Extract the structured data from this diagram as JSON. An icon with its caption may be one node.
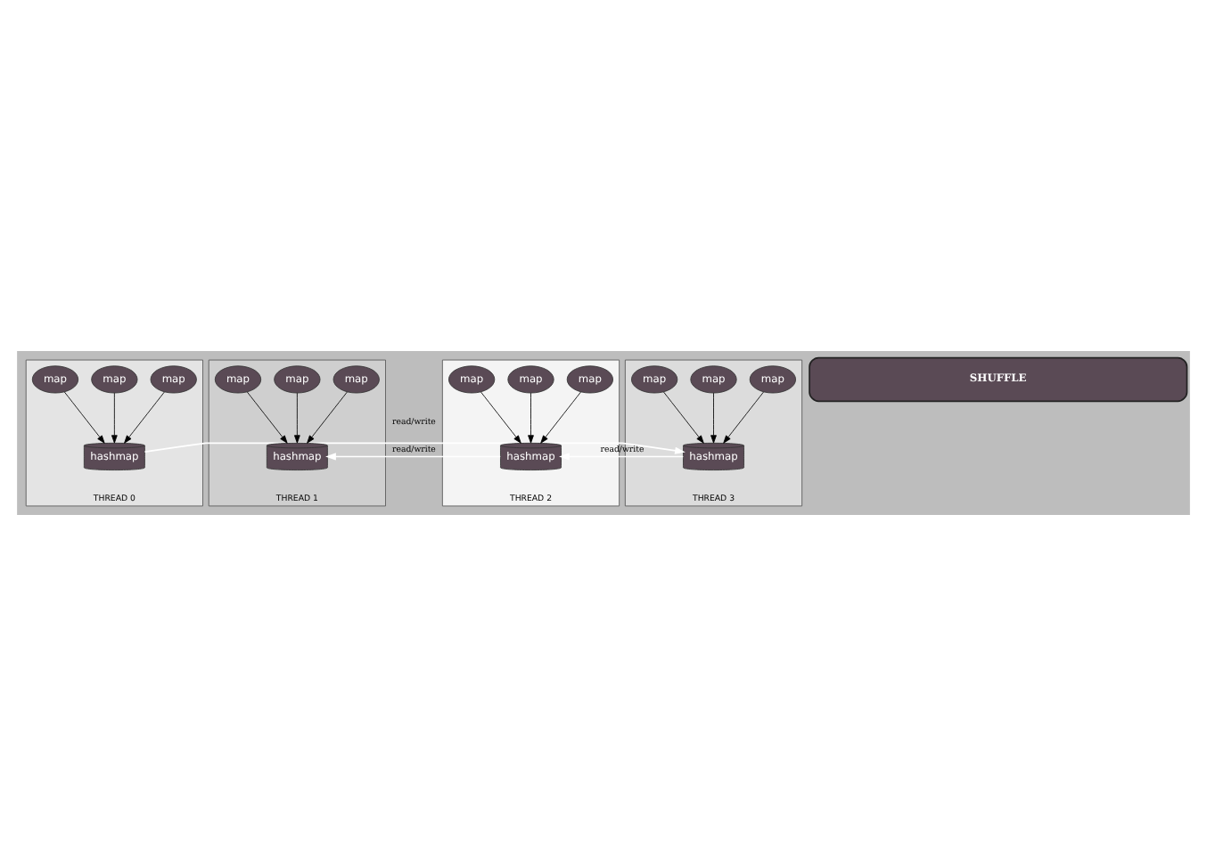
{
  "diagram": {
    "nodes": [
      {
        "text": [
          "THREAD 0"
        ]
      },
      {
        "text": [
          "map"
        ],
        "in": 0
      },
      {
        "text": [
          "map"
        ],
        "in": 0
      },
      {
        "text": [
          "map"
        ],
        "in": 0
      },
      {
        "text": [
          "hashmap"
        ],
        "in": 0
      },
      {
        "text": [
          "THREAD 1"
        ]
      },
      {
        "text": [
          "map"
        ],
        "in": 5
      },
      {
        "text": [
          "map"
        ],
        "in": 5
      },
      {
        "text": [
          "map"
        ],
        "in": 5
      },
      {
        "text": [
          "hashmap"
        ],
        "in": 5
      },
      {
        "text": [
          "THREAD 2"
        ]
      },
      {
        "text": [
          "map"
        ],
        "in": 10
      },
      {
        "text": [
          "map"
        ],
        "in": 10
      },
      {
        "text": [
          "map"
        ],
        "in": 10
      },
      {
        "text": [
          "hashmap"
        ],
        "in": 10
      },
      {
        "text": [
          "THREAD 3"
        ]
      },
      {
        "text": [
          "map"
        ],
        "in": 15
      },
      {
        "text": [
          "map"
        ],
        "in": 15
      },
      {
        "text": [
          "map"
        ],
        "in": 15
      },
      {
        "text": [
          "hashmap"
        ],
        "in": 15
      },
      {
        "text": [
          "SHUFFLE"
        ]
      }
    ],
    "edges": [
      {
        "from": 1,
        "to": 4,
        "arrow": "to"
      },
      {
        "from": 2,
        "to": 4,
        "arrow": "to"
      },
      {
        "from": 3,
        "to": 4,
        "arrow": "to"
      },
      {
        "from": 6,
        "to": 9,
        "arrow": "to"
      },
      {
        "from": 7,
        "to": 9,
        "arrow": "to"
      },
      {
        "from": 8,
        "to": 9,
        "arrow": "to"
      },
      {
        "from": 11,
        "to": 14,
        "arrow": "to"
      },
      {
        "from": 12,
        "to": 14,
        "arrow": "to"
      },
      {
        "from": 13,
        "to": 14,
        "arrow": "to"
      },
      {
        "from": 16,
        "to": 19,
        "arrow": "to"
      },
      {
        "from": 17,
        "to": 19,
        "arrow": "to"
      },
      {
        "from": 18,
        "to": 19,
        "arrow": "to"
      },
      {
        "from": 4,
        "to": 19,
        "arrow": "to",
        "label": "read/write",
        "color": "#ffffff"
      },
      {
        "from": 14,
        "to": 9,
        "arrow": "to",
        "label": "read/write",
        "color": "#ffffff"
      },
      {
        "from": 19,
        "to": 14,
        "arrow": "to",
        "label": "read/write",
        "color": "#ffffff"
      }
    ]
  }
}
